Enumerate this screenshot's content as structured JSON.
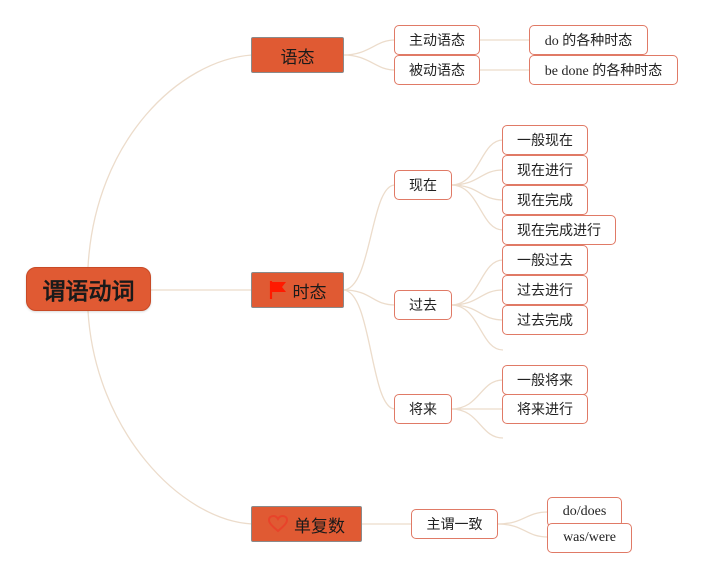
{
  "root": {
    "label": "谓语动词"
  },
  "branches": [
    {
      "label": "语态",
      "icon": "",
      "children": [
        {
          "label": "主动语态",
          "children": [
            "do 的各种时态"
          ]
        },
        {
          "label": "被动语态",
          "children": [
            "be done 的各种时态"
          ]
        }
      ]
    },
    {
      "label": "时态",
      "icon": "flag-icon",
      "children": [
        {
          "label": "现在",
          "children": [
            "一般现在",
            "现在进行",
            "现在完成",
            "现在完成进行"
          ]
        },
        {
          "label": "过去",
          "children": [
            "一般过去",
            "过去进行",
            "过去完成"
          ]
        },
        {
          "label": "将来",
          "children": [
            "一般将来",
            "将来进行"
          ]
        }
      ]
    },
    {
      "label": "单复数",
      "icon": "heart-icon",
      "children": [
        {
          "label": "主谓一致",
          "children": [
            "do/does",
            "was/were"
          ]
        }
      ]
    }
  ],
  "colors": {
    "accent": "#e05a33",
    "node_border": "#e07a66",
    "link": "#ecdccb",
    "flag": "#ff1a00",
    "heart": "#e8432a"
  }
}
